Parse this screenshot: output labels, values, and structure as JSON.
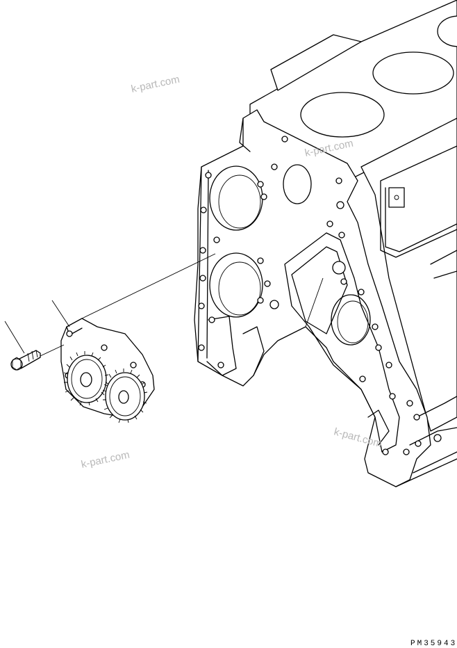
{
  "diagram": {
    "watermarks": [
      "k-part.com",
      "k-part.com",
      "k-part.com",
      "k-part.com"
    ],
    "drawing_code": "PM35943"
  },
  "parts": [
    {
      "name": "engine-block-front-cover"
    },
    {
      "name": "oil-pump-assembly"
    },
    {
      "name": "mounting-bolt"
    }
  ]
}
